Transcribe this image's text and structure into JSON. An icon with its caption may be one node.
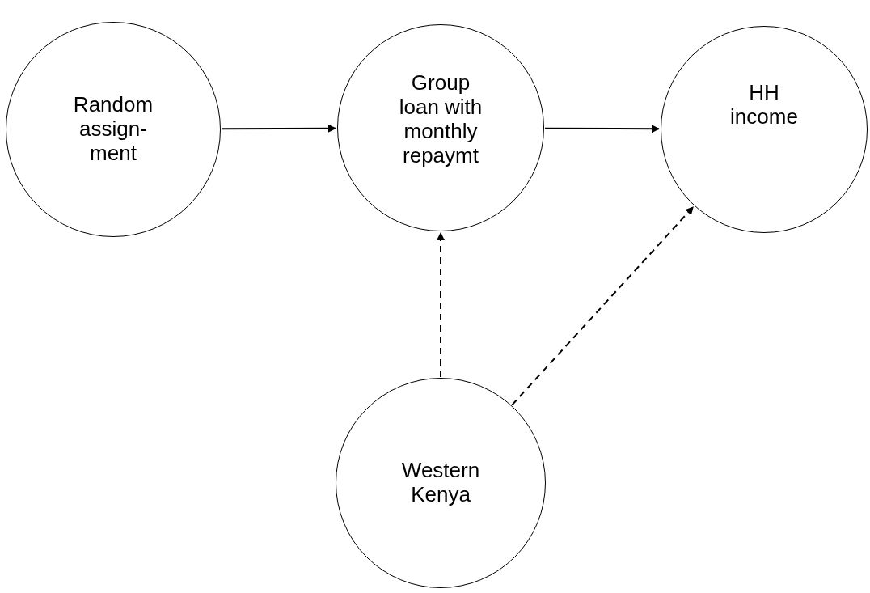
{
  "diagram": {
    "nodes": [
      {
        "text": [
          "Random assign- ment"
        ]
      },
      {
        "text": [
          "Group loan with monthly repaymt"
        ]
      },
      {
        "text": [
          "HH income"
        ]
      },
      {
        "text": [
          "Western Kenya"
        ]
      }
    ],
    "edges": [
      {
        "from": 0,
        "to": 1,
        "arrow": "to"
      },
      {
        "from": 1,
        "to": 2,
        "arrow": "to"
      },
      {
        "from": 3,
        "to": 1,
        "arrow": "to",
        "style": "dashed"
      },
      {
        "from": 3,
        "to": 2,
        "arrow": "to",
        "style": "dashed"
      }
    ]
  }
}
